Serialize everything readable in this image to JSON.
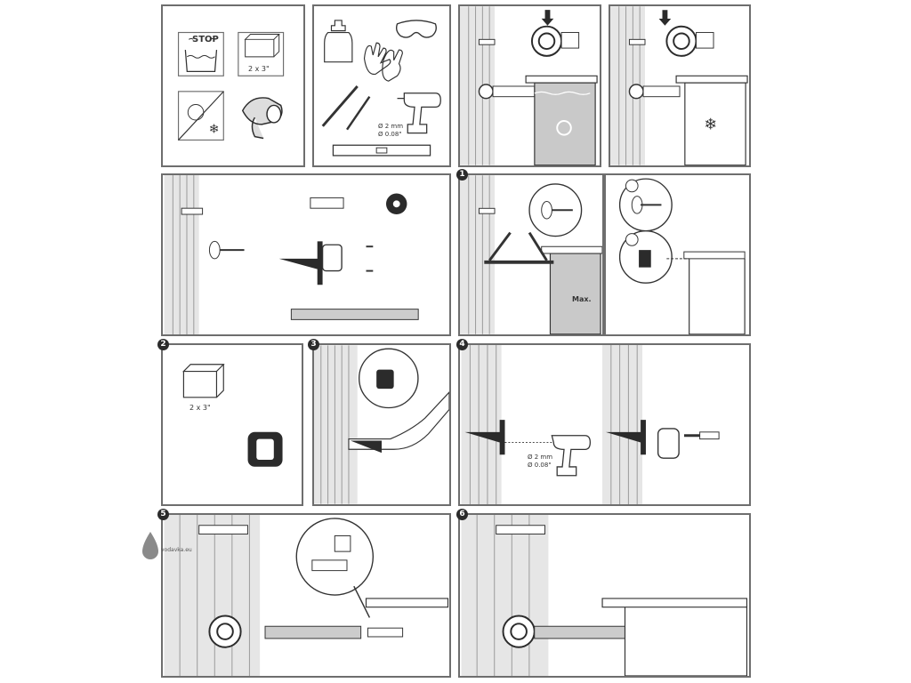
{
  "labels": {
    "stop": "STOP",
    "dim": "2 x 3\"",
    "drill_mm": "Ø 2 mm",
    "drill_in": "Ø 0.08\"",
    "max": "Max."
  },
  "steps": [
    "1",
    "2",
    "3",
    "4",
    "5",
    "6"
  ],
  "watermark": "vodavka.eu",
  "colors": {
    "line": "#6e6e6e",
    "ink": "#2b2b2b",
    "water": "#c9c9c9",
    "stone": "#e6e6e6"
  }
}
